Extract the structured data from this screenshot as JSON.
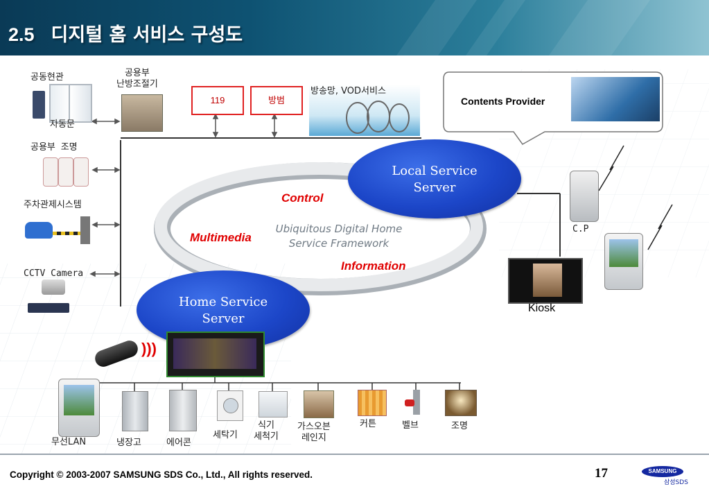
{
  "header": {
    "number": "2.5",
    "title": "디지털 홈 서비스 구성도"
  },
  "left_devices": {
    "entrance": "공동현관",
    "auto_door": "자동문",
    "heating": "공용부\n난방조절기",
    "lighting": "공용부 조명",
    "parking": "주차관제시스템",
    "cctv": "CCTV Camera"
  },
  "red_boxes": {
    "emergency": "119",
    "security": "방범"
  },
  "broadcast": "방송망, VOD서비스",
  "contents_provider": "Contents Provider",
  "local_server": "Local Service\nServer",
  "home_server": "Home Service\nServer",
  "framework": {
    "control": "Control",
    "multimedia": "Multimedia",
    "information": "Information",
    "center": "Ubiquitous Digital Home\nService Framework"
  },
  "right_devices": {
    "cp": "C.P",
    "kiosk": "Kiosk"
  },
  "appliances": {
    "wlan": "무선LAN",
    "fridge": "냉장고",
    "aircon": "에어콘",
    "washer": "세탁기",
    "dishwasher": "식기\n세척기",
    "oven": "가스오븐\n레인지",
    "curtain": "커튼",
    "valve": "벨브",
    "light": "조명"
  },
  "footer": {
    "copyright": "Copyright © 2003-2007  SAMSUNG SDS Co., Ltd., All rights reserved.",
    "page": "17",
    "logo": "SAMSUNG",
    "logo_sub": "삼성SDS"
  },
  "colors": {
    "accent_red": "#e02020",
    "server_blue": "#1c46c8",
    "header_teal": "#0e5272"
  }
}
